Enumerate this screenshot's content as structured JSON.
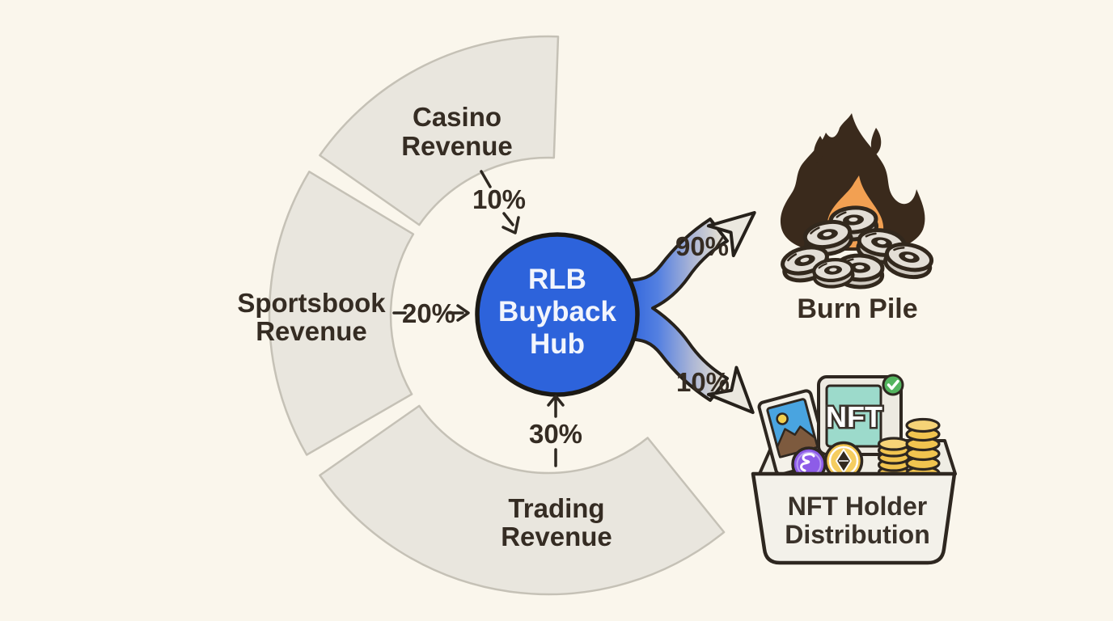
{
  "hub": {
    "line1": "RLB",
    "line2": "Buyback",
    "line3": "Hub"
  },
  "sources": [
    {
      "line1": "Casino",
      "line2": "Revenue",
      "pct": "10%"
    },
    {
      "line1": "Sportsbook",
      "line2": "Revenue",
      "pct": "20%"
    },
    {
      "line1": "Trading",
      "line2": "Revenue",
      "pct": "30%"
    }
  ],
  "outputs": {
    "burn": {
      "label": "Burn Pile",
      "pct": "90%"
    },
    "nft": {
      "line1": "NFT Holder",
      "line2": "Distribution",
      "pct": "10%",
      "tablet_text": "NFT"
    }
  },
  "colors": {
    "background": "#faf6ec",
    "segment_fill": "#e9e6de",
    "segment_border": "#c5c1b6",
    "hub_blue": "#2d63db",
    "dark_outline": "#2e2720",
    "text_dark": "#352c23",
    "flame_dark": "#3a2a1c",
    "flame_orange": "#f2a052",
    "coin_face": "#e3ded6",
    "gold": "#f1c44f",
    "teal_screen": "#9cdacb",
    "green_check": "#53b45e",
    "purple_coin": "#8d5ce8",
    "picture_blue": "#49a4e0"
  }
}
